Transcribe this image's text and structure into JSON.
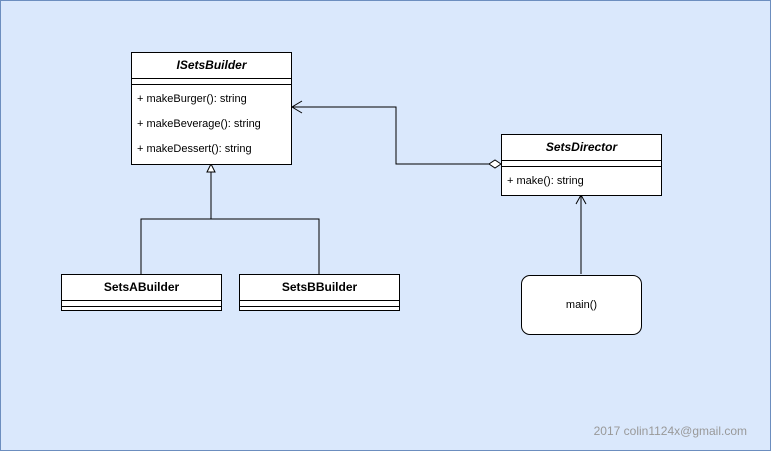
{
  "diagram": {
    "classes": {
      "isets_builder": {
        "name": "ISetsBuilder",
        "members": [
          "+ makeBurger(): string",
          "+ makeBeverage(): string",
          "+ makeDessert(): string"
        ]
      },
      "sets_director": {
        "name": "SetsDirector",
        "members": [
          "+ make(): string"
        ]
      },
      "sets_a_builder": {
        "name": "SetsABuilder"
      },
      "sets_b_builder": {
        "name": "SetsBBuilder"
      }
    },
    "main_node": {
      "label": "main()"
    },
    "relations": [
      {
        "from": "SetsABuilder",
        "to": "ISetsBuilder",
        "type": "realization"
      },
      {
        "from": "SetsBBuilder",
        "to": "ISetsBuilder",
        "type": "realization"
      },
      {
        "from": "SetsDirector",
        "to": "ISetsBuilder",
        "type": "aggregation"
      },
      {
        "from": "main()",
        "to": "SetsDirector",
        "type": "dependency"
      }
    ],
    "colors": {
      "background": "#dae8fc",
      "border": "#6c8ebf",
      "stroke": "#000000",
      "watermark": "#999999"
    }
  },
  "footer": {
    "watermark": "2017 colin1124x@gmail.com"
  }
}
